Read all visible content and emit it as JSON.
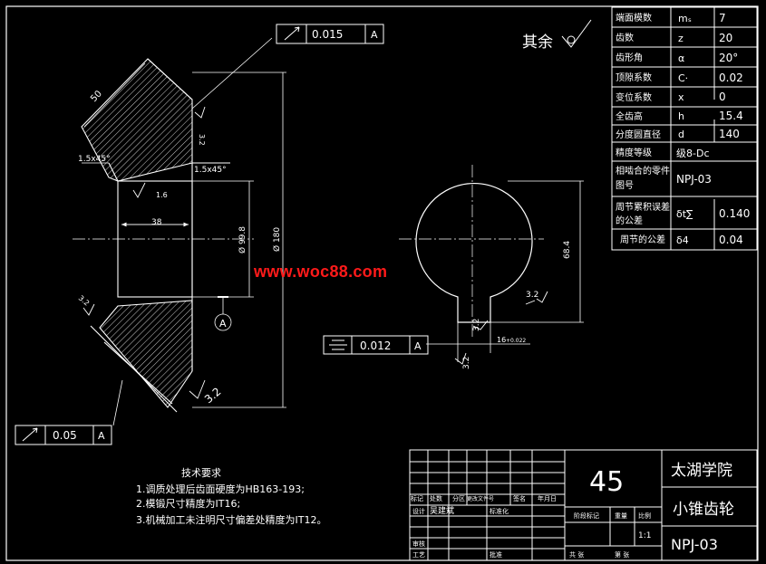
{
  "params": [
    {
      "name": "端面模数",
      "sym": "mₛ",
      "val": "7"
    },
    {
      "name": "齿数",
      "sym": "z",
      "val": "20"
    },
    {
      "name": "齿形角",
      "sym": "α",
      "val": "20°"
    },
    {
      "name": "顶隙系数",
      "sym": "C·",
      "val": "0.02"
    },
    {
      "name": "变位系数",
      "sym": "x",
      "val": "0"
    },
    {
      "name": "全齿高",
      "sym": "h",
      "val": "15.4"
    },
    {
      "name": "分度圆直径",
      "sym": "d",
      "val": "140"
    },
    {
      "name": "精度等级",
      "sym": "",
      "val": "级8-Dc"
    },
    {
      "name": "相啮合的零件",
      "name2": "图号",
      "sym": "",
      "val": "NPJ-03"
    },
    {
      "name": "周节累积误差",
      "name2": "的公差",
      "sym": "δt∑",
      "val": "0.140"
    },
    {
      "name": "周节的公差",
      "sym": "δ4",
      "val": "0.04"
    }
  ],
  "surface_note": "其余",
  "gear_view": {
    "runout_top": "0.015",
    "ref_top": "A",
    "runout_bottom": "0.05",
    "ref_bottom": "A",
    "chamfer_left": "1.5x45°",
    "chamfer_right": "1.5x45°",
    "dim_len": "38",
    "dim_bore": "Ø 99.8",
    "dim_outer": "Ø 180",
    "dim_cone": "50",
    "rough_top": "3.2",
    "rough_bore": "1.6",
    "rough_bottom": "3.2",
    "rough_left": "3.2",
    "datum": "A"
  },
  "bore_view": {
    "sym_tol": "0.012",
    "sym_ref": "A",
    "key_width": "16",
    "key_tol": "+0.022",
    "depth": "68.4",
    "rough_key": "3.2",
    "rough_side": "3.2",
    "rough_bottom": "3.2"
  },
  "watermark": "www.woc88.com",
  "tech_req": {
    "title": "技术要求",
    "items": [
      "1.调质处理后齿面硬度为HB163-193;",
      "2.模锻尺寸精度为IT16;",
      "3.机械加工未注明尺寸偏差处精度为IT12。"
    ]
  },
  "title_block": {
    "material": "45",
    "school": "太湖学院",
    "part_name": "小锥齿轮",
    "drawing_no": "NPJ-03",
    "col_labels": [
      "标记",
      "处数",
      "分区",
      "更改文件号",
      "签名",
      "年月日"
    ],
    "design": "设计",
    "designer": "吴建斌",
    "standardize": "标准化",
    "stage_mark": "阶段标记",
    "weight": "重量",
    "scale": "比例",
    "scale_val": "1:1",
    "review": "审核",
    "process": "工艺",
    "approve": "批准",
    "sheets_total": "共  张",
    "sheet_no": "第  张"
  },
  "colors": {
    "background": "#000000",
    "line": "#ffffff",
    "watermark": "#ff1a1a"
  }
}
